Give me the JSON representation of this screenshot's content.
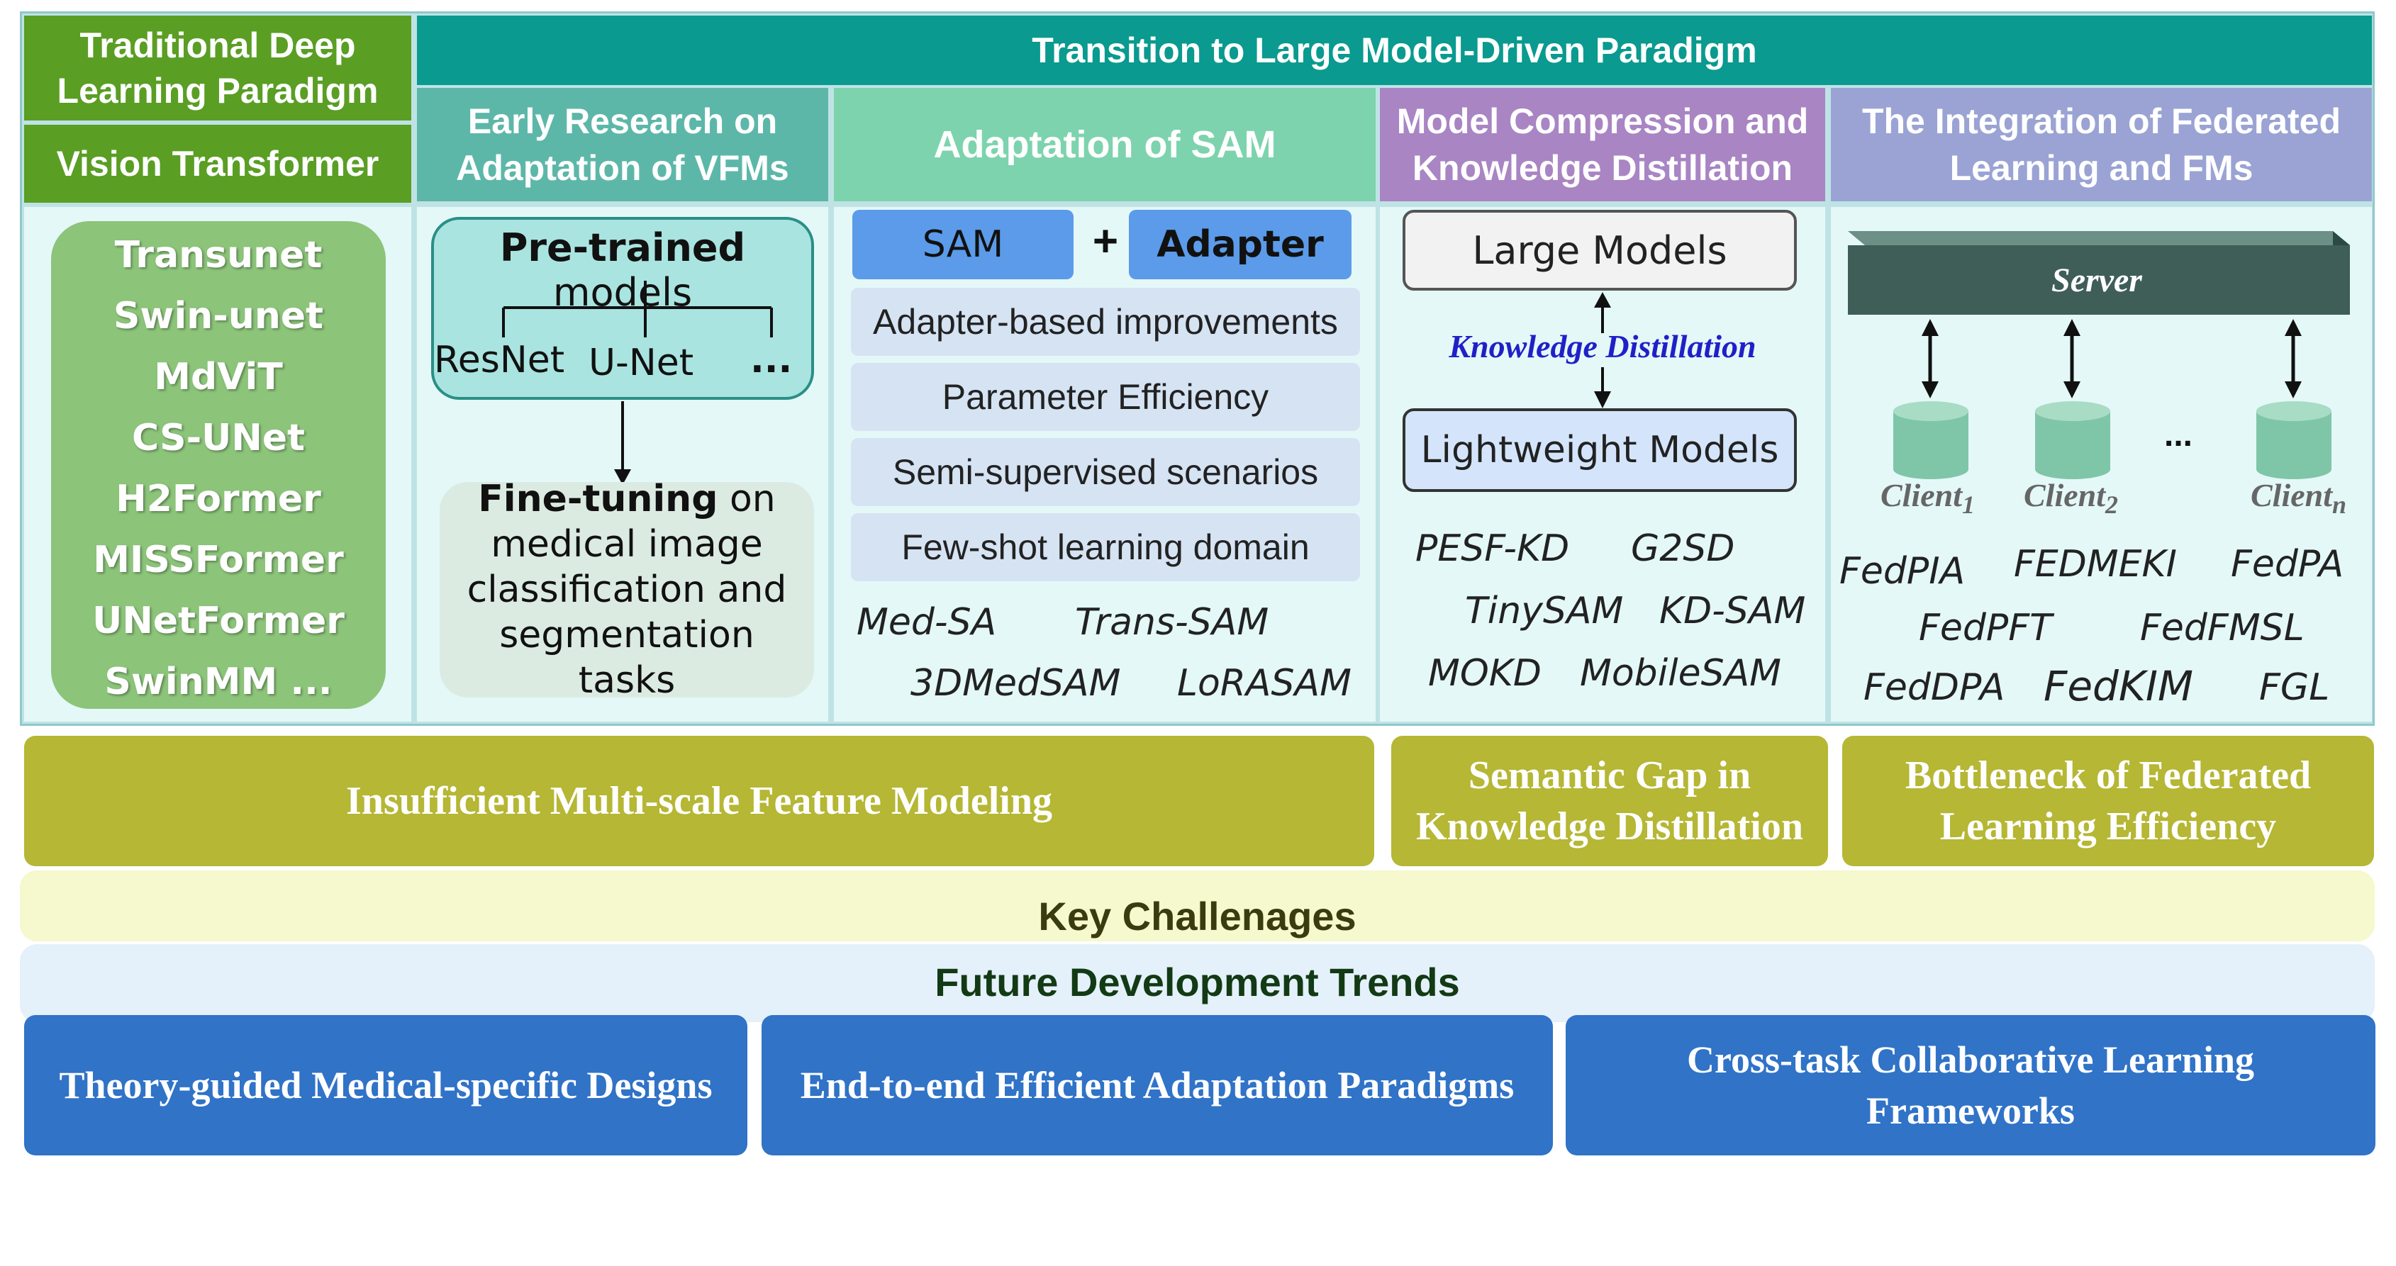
{
  "headers": {
    "traditional": "Traditional Deep Learning Paradigm",
    "vit": "Vision Transformer",
    "transition": "Transition to Large Model-Driven Paradigm",
    "early": "Early Research on Adaptation of VFMs",
    "sam": "Adaptation of SAM",
    "compression": "Model Compression and Knowledge Distillation",
    "federated": "The Integration of Federated Learning and FMs"
  },
  "vit_models": [
    "Transunet",
    "Swin-unet",
    "MdViT",
    "CS-UNet",
    "H2Former",
    "MISSFormer",
    "UNetFormer",
    "SwinMM ..."
  ],
  "early_research": {
    "pretrained_bold": "Pre-trained",
    "pretrained_rest": " models",
    "branches": [
      "ResNet",
      "U-Net",
      "..."
    ],
    "finetune_bold": "Fine-tuning",
    "finetune_rest": " on medical image classification and segmentation tasks"
  },
  "sam": {
    "sam_label": "SAM",
    "plus": "+",
    "adapter_label": "Adapter",
    "items": [
      "Adapter-based improvements",
      "Parameter Efficiency",
      "Semi-supervised scenarios",
      "Few-shot learning domain"
    ],
    "methods": [
      "Med-SA",
      "Trans-SAM",
      "3DMedSAM",
      "LoRASAM"
    ]
  },
  "distillation": {
    "large": "Large Models",
    "kd": "Knowledge Distillation",
    "light": "Lightweight Models",
    "methods": [
      "PESF-KD",
      "G2SD",
      "TinySAM",
      "KD-SAM",
      "MOKD",
      "MobileSAM"
    ]
  },
  "federated": {
    "server": "Server",
    "client_prefix": "Client",
    "client_subs": [
      "1",
      "2",
      "n"
    ],
    "ellipsis": "...",
    "methods": [
      "FedPIA",
      "FEDMEKI",
      "FedPA",
      "FedPFT",
      "FedFMSL",
      "FedDPA",
      "FedKIM",
      "FGL"
    ]
  },
  "challenges": {
    "items": [
      "Insufficient Multi-scale Feature Modeling",
      "Semantic Gap in Knowledge Distillation",
      "Bottleneck of Federated Learning Efficiency"
    ],
    "label": "Key Challenages"
  },
  "future": {
    "label": "Future Development Trends",
    "items": [
      "Theory-guided Medical-specific Designs",
      "End-to-end Efficient Adaptation Paradigms",
      "Cross-task Collaborative Learning Frameworks"
    ]
  },
  "colors": {
    "green": "#5a9e24",
    "teal": "#0a9a8f",
    "mint": "#7dd3ad",
    "purple": "#a985c4",
    "lavender": "#9aa3d4",
    "olive": "#b5b735",
    "blue": "#3073c7"
  }
}
